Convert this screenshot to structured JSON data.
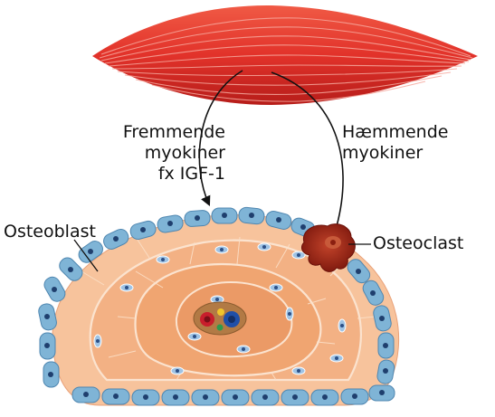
{
  "labels": {
    "stimulating_1": "Fremmende",
    "stimulating_2": "myokiner",
    "stimulating_3": "fx IGF-1",
    "inhibiting_1": "Hæmmende",
    "inhibiting_2": "myokiner",
    "osteoblast": "Osteoblast",
    "osteoclast": "Osteoclast"
  },
  "colors": {
    "muscle": "#e03a30",
    "muscle_stripe": "#f4a59c",
    "bone_outer": "#f7c199",
    "bone_inner": "#f1a877",
    "lamella_line": "#fbe3cf",
    "osteoblast_cell": "#7fb4d6",
    "osteoblast_nucleus": "#1f3f6e",
    "osteoclast": "#8b1f10",
    "canal": "#b27a45",
    "arrow": "#111111"
  },
  "icons": [
    "muscle-icon",
    "bone-cross-section-icon",
    "osteoclast-icon",
    "osteoblast-icon"
  ]
}
